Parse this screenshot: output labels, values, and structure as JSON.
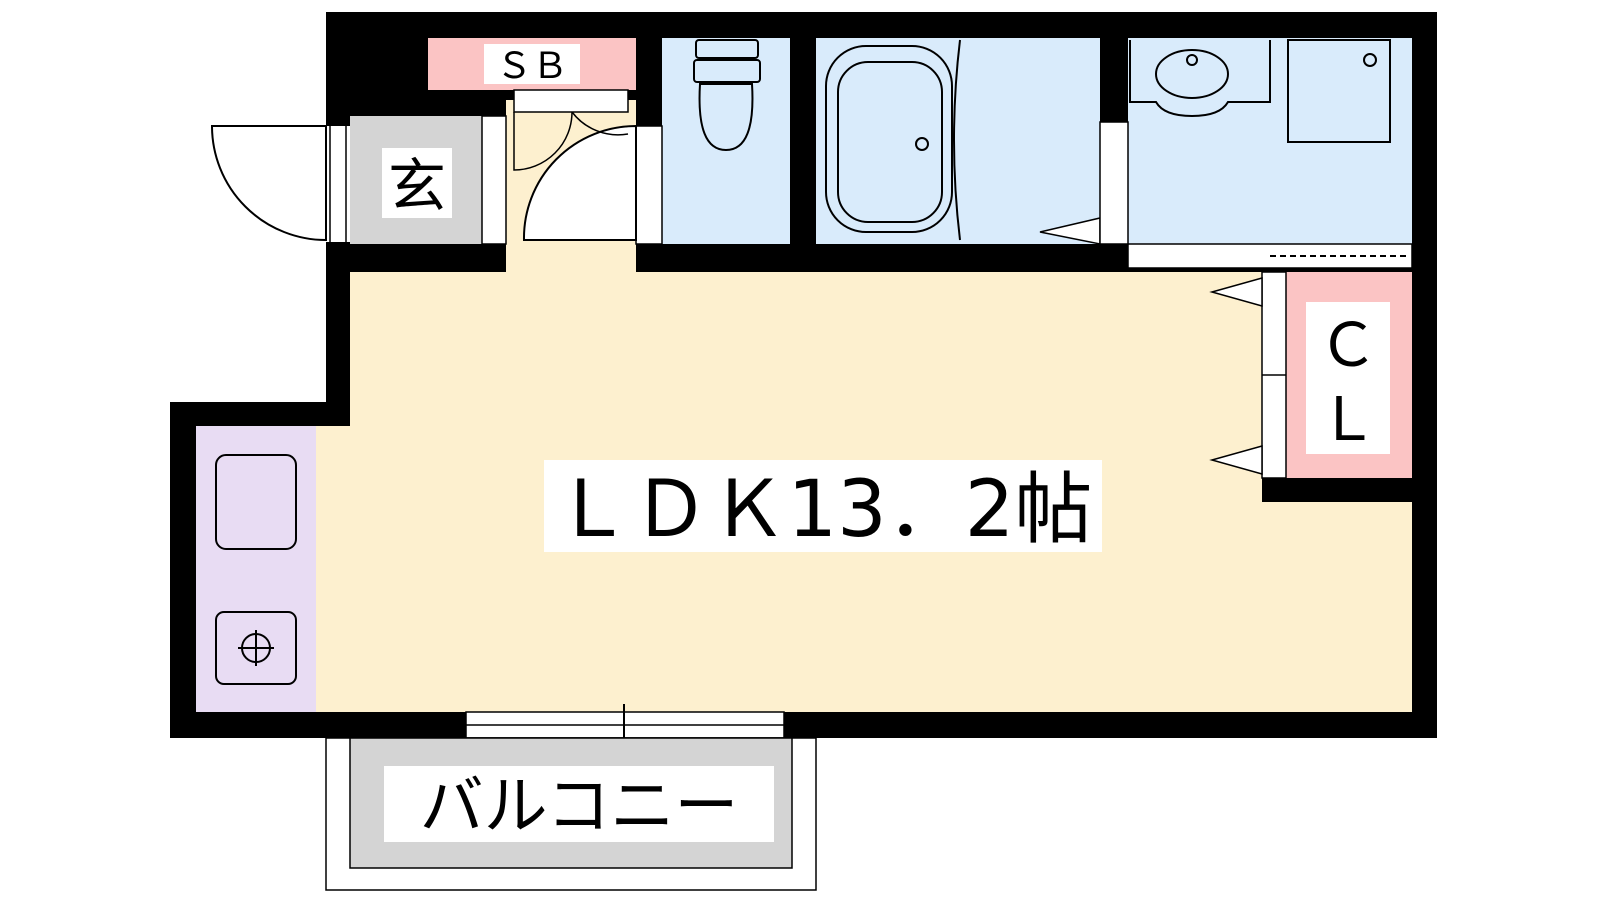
{
  "rooms": {
    "ldk": "ＬＤＫ13．2帖",
    "genkan": "玄",
    "shoe_box": "ＳＢ",
    "closet_line1": "Ｃ",
    "closet_line2": "Ｌ",
    "balcony": "バルコニー"
  },
  "colors": {
    "wall": "#000000",
    "ldk_floor": "#fdf0cf",
    "wet_area": "#d9ebfb",
    "storage": "#fbc4c4",
    "kitchen": "#e8dcf3",
    "genkan_floor": "#d4d4d4",
    "balcony_floor": "#d4d4d4"
  }
}
